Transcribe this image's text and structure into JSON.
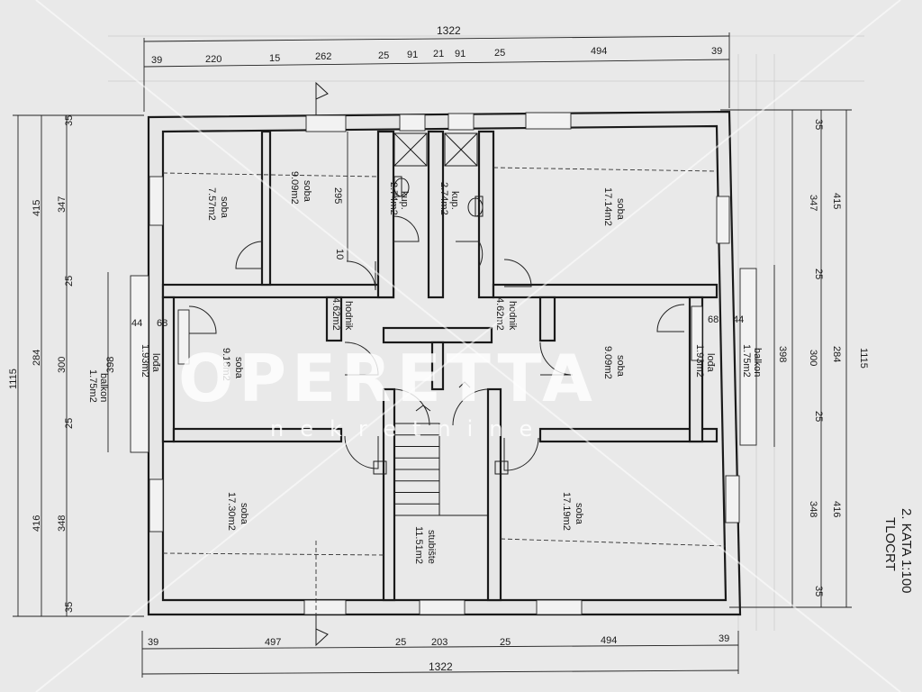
{
  "title": {
    "line1": "TLOCRT",
    "line2": "2. KATA 1:100"
  },
  "watermark": {
    "brand": "OPERETTA",
    "sub": "nekretnine"
  },
  "dimensions": {
    "top_total": "1322",
    "top": [
      "39",
      "220",
      "15",
      "262",
      "25",
      "91",
      "21",
      "91",
      "25",
      "494",
      "39"
    ],
    "bottom_total": "1322",
    "bottom": [
      "39",
      "497",
      "25",
      "203",
      "25",
      "494",
      "39"
    ],
    "left_total": "1115",
    "left_a": [
      "415",
      "284",
      "416"
    ],
    "left_b": [
      "35",
      "347",
      "25",
      "300",
      "25",
      "348",
      "35"
    ],
    "left_balcony": "398",
    "left_offsets": [
      "44",
      "68"
    ],
    "right_total": "1115",
    "right_a": [
      "415",
      "284",
      "416"
    ],
    "right_b": [
      "35",
      "347",
      "25",
      "300",
      "25",
      "348",
      "35"
    ],
    "right_balcony": "398",
    "right_offsets": [
      "68",
      "44"
    ],
    "inner_295": "295",
    "inner_10": "10"
  },
  "rooms": [
    {
      "name": "soba",
      "area": "7.57m2"
    },
    {
      "name": "soba",
      "area": "9.09m2"
    },
    {
      "name": "kup.",
      "area": "2.74m2"
    },
    {
      "name": "kup.",
      "area": "2.74m2"
    },
    {
      "name": "soba",
      "area": "17.14m2"
    },
    {
      "name": "hodnik",
      "area": "4.62m2"
    },
    {
      "name": "hodnik",
      "area": "4.62m2"
    },
    {
      "name": "soba",
      "area": "9.18m2"
    },
    {
      "name": "soba",
      "area": "9.09m2"
    },
    {
      "name": "lođa",
      "area": "1.93m2"
    },
    {
      "name": "lođa",
      "area": "1.93m2"
    },
    {
      "name": "balkon",
      "area": "1.75m2"
    },
    {
      "name": "balkon",
      "area": "1.75m2"
    },
    {
      "name": "soba",
      "area": "17.30m2"
    },
    {
      "name": "soba",
      "area": "17.19m2"
    },
    {
      "name": "stubište",
      "area": "11.51m2"
    }
  ]
}
